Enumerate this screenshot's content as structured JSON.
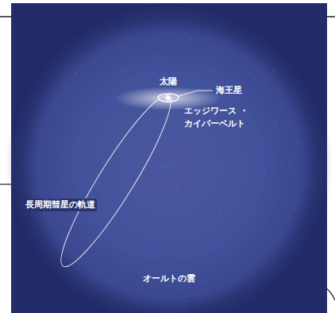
{
  "diagram": {
    "labels": [
      "太陽",
      "海王星",
      "エッジワース ・カイパーベルト",
      "長周期彗星の軌道",
      "オールトの雲"
    ]
  }
}
